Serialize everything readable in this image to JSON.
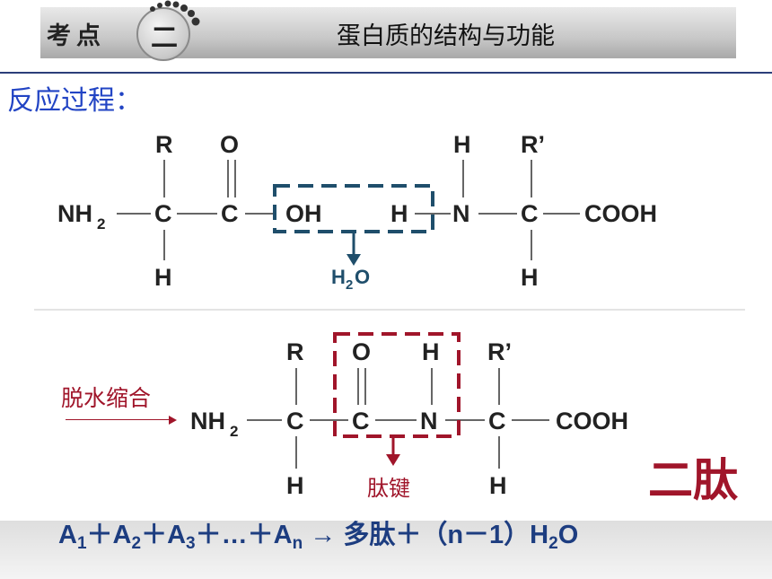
{
  "header": {
    "label": "考点",
    "badge": "二",
    "title": "蛋白质的结构与功能"
  },
  "section_title": "反应过程：",
  "reactants": {
    "nh2": "NH",
    "nh2_sub": "2",
    "r1": "R",
    "o1": "O",
    "c_alpha": "C",
    "c_carbonyl": "C",
    "h_bottom1": "H",
    "oh": "OH",
    "h_amine": "H",
    "n": "N",
    "h_top2": "H",
    "r2": "R’",
    "c_alpha2": "C",
    "cooh": "COOH",
    "h_bottom2": "H"
  },
  "water": {
    "h": "H",
    "sub": "2",
    "o": "O"
  },
  "product": {
    "nh2": "NH",
    "nh2_sub": "2",
    "r1": "R",
    "o": "O",
    "h_n": "H",
    "r2": "R’",
    "c_alpha": "C",
    "c_carbonyl": "C",
    "n": "N",
    "c_alpha2": "C",
    "cooh": "COOH",
    "h_bottom1": "H",
    "h_bottom2": "H",
    "peptide_bond_label": "肽键"
  },
  "reaction_label": "脱水缩合",
  "dipeptide_label": "二肽",
  "equation": {
    "a": "A",
    "s1": "1",
    "plus1": "＋",
    "s2": "2",
    "plus2": "＋",
    "s3": "3",
    "plus3": "＋",
    "ellipsis": "…",
    "plus4": "＋",
    "sn": "n",
    "arrow": "→",
    "product": "多肽＋（n－1）H",
    "h2o_sub": "2",
    "o": "O"
  },
  "colors": {
    "blue_box": "#1f4e6b",
    "red_box": "#a0152a",
    "title_blue": "#2244c4",
    "equation_blue": "#1d3d80"
  }
}
